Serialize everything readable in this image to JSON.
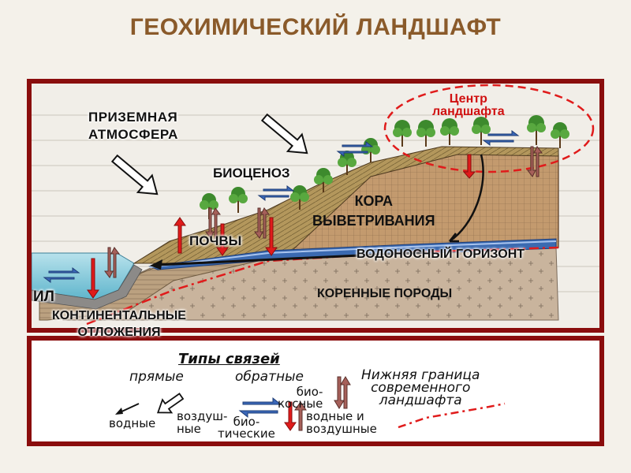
{
  "title": "ГЕОХИМИЧЕСКИЙ ЛАНДШАФТ",
  "labels": {
    "atmosphere": "ПРИЗЕМНАЯ\nАТМОСФЕРА",
    "biocenosis": "БИОЦЕНОЗ",
    "center": "Центр\nландшафта",
    "weathering": "КОРА\nВЫВЕТРИВАНИЯ",
    "soils": "ПОЧВЫ",
    "aquifer": "ВОДОНОСНЫЙ ГОРИЗОНТ",
    "silt": "ИЛ",
    "bedrock": "КОРЕННЫЕ ПОРОДЫ",
    "continental": "КОНТИНЕНТАЛЬНЫЕ\nОТЛОЖЕНИЯ"
  },
  "legend": {
    "heading": "Типы связей",
    "direct": "прямые",
    "reverse": "обратные",
    "lower_boundary": "Нижняя граница\nсовременного\nландшафта",
    "water": "водные",
    "air": "воздуш-\nные",
    "bio_inert": "био-\nкосные",
    "biotic": "био-\nтические",
    "water_air": "водные и\nвоздушные"
  },
  "colors": {
    "frame": "#8a0d0d",
    "title": "#8a5a2a",
    "arrow_blue": "#3a67b8",
    "arrow_red": "#e01b1b",
    "arrow_brown": "#a6605a",
    "boundary": "#e01b1b"
  }
}
